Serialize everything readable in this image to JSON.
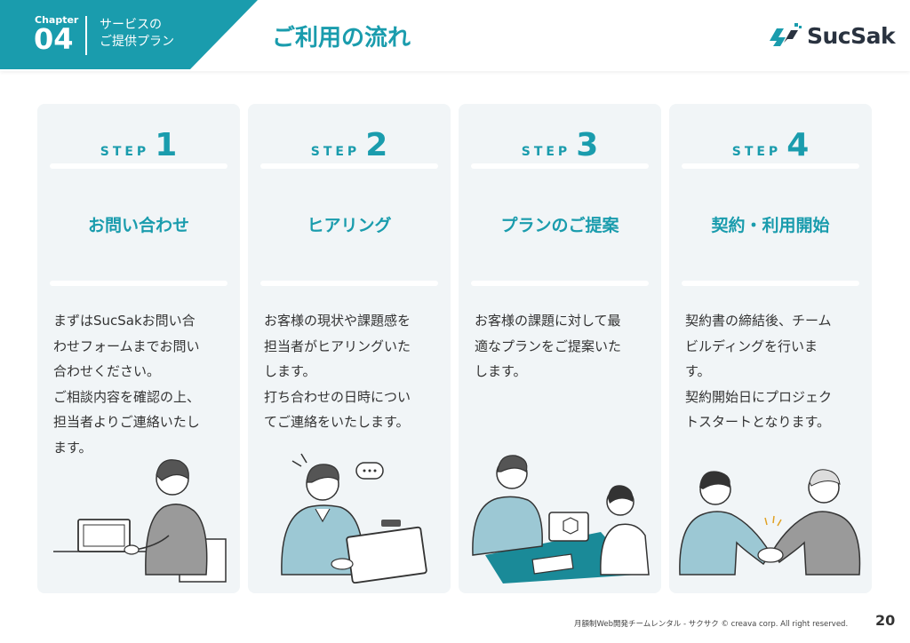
{
  "header": {
    "chapter_label": "Chapter",
    "chapter_number": "04",
    "chapter_title": "サービスの\nご提供プラン",
    "page_title": "ご利用の流れ",
    "logo_text": "SucSak",
    "band_color": "#1a9cad"
  },
  "steps": [
    {
      "step_word": "STEP",
      "number": "1",
      "title": "お問い合わせ",
      "text": "まずはSucSakお問い合\nわせフォームまでお問い\n合わせください。\nご相談内容を確認の上、\n担当者よりご連絡いたし\nます。",
      "illustration": "person-at-laptop-illustration"
    },
    {
      "step_word": "STEP",
      "number": "2",
      "title": "ヒアリング",
      "text": "お客様の現状や課題感を\n担当者がヒアリングいた\nします。\n打ち合わせの日時につい\nてご連絡をいたします。",
      "illustration": "video-call-illustration"
    },
    {
      "step_word": "STEP",
      "number": "3",
      "title": "プランのご提案",
      "text": "お客様の課題に対して最\n適なプランをご提案いた\nします。",
      "illustration": "meeting-proposal-illustration"
    },
    {
      "step_word": "STEP",
      "number": "4",
      "title": "契約・利用開始",
      "text": "契約書の締結後、チーム\nビルディングを行いま\nす。\n契約開始日にプロジェク\nトスタートとなります。",
      "illustration": "handshake-illustration"
    }
  ],
  "footer": {
    "copyright": "月額制Web開発チームレンタル - サクサク © creava corp. All right reserved.",
    "page_number": "20"
  }
}
